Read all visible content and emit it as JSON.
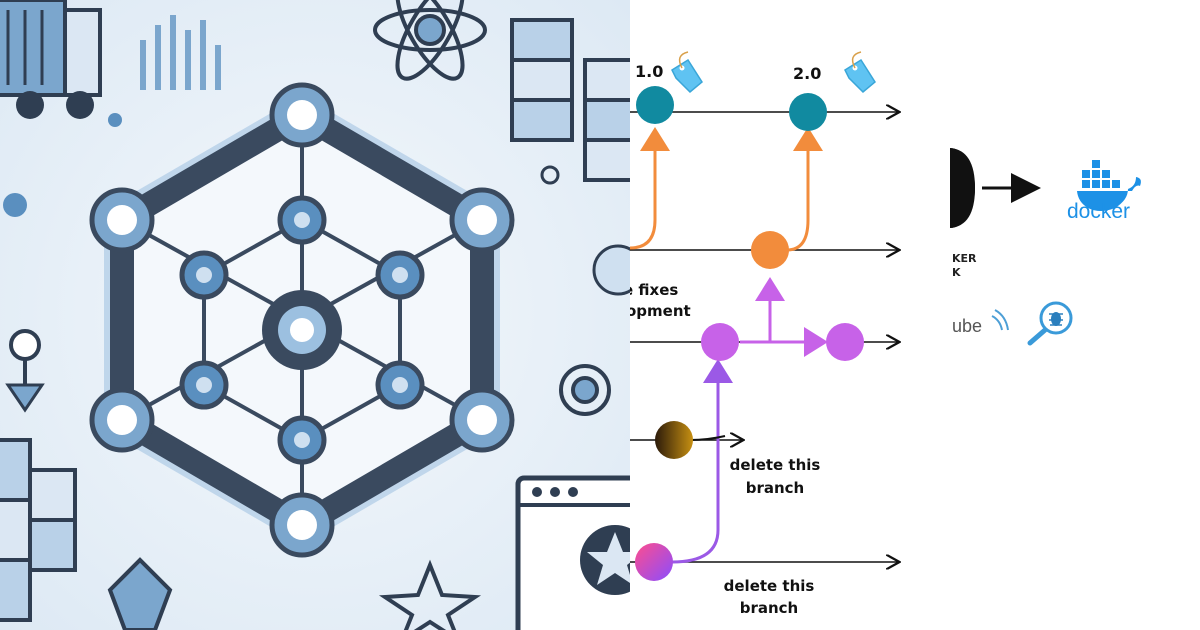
{
  "git_diagram": {
    "tags": [
      "1.0",
      "2.0"
    ],
    "labels": {
      "hotfix_line1": "e fixes",
      "hotfix_line2": "opment",
      "delete_1_line1": "delete this",
      "delete_1_line2": "branch",
      "delete_2_line1": "delete this",
      "delete_2_line2": "branch"
    },
    "colors": {
      "main": "#118aa0",
      "hotfix": "#f28c3c",
      "develop": "#c762e8",
      "feature": "#9b59e6",
      "tag": "#5fc3f2"
    }
  },
  "tools": {
    "docker_label": "docker",
    "partial_label_1": "KER",
    "partial_label_2": "K",
    "sonar_partial": "ube",
    "docker_color": "#1d91e6",
    "bug_icon": "bug-magnifier-icon"
  },
  "hero": {
    "accent": "#5a8fbf",
    "dark": "#3a4a5f",
    "background": "#e9f1f8"
  }
}
